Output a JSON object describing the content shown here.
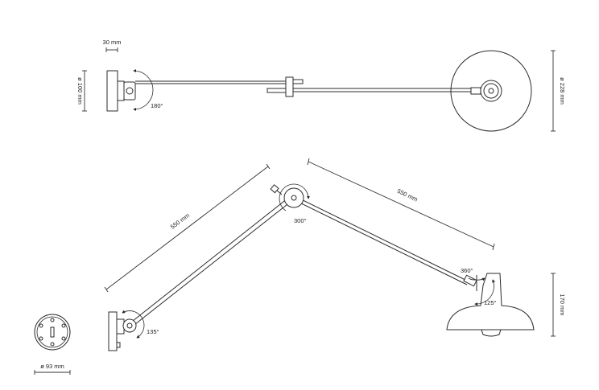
{
  "dimensions": {
    "mount_depth": "30 mm",
    "base_diameter": "ø 100 mm",
    "shade_diameter": "ø 228 mm",
    "arm_lower": "550 mm",
    "arm_upper": "550 mm",
    "shade_height": "170 mm",
    "plate_diameter": "ø 93 mm"
  },
  "rotations": {
    "top_base": "180°",
    "elbow": "300°",
    "head_turn": "360°",
    "head_tilt": "125°",
    "base_joint": "135°"
  }
}
